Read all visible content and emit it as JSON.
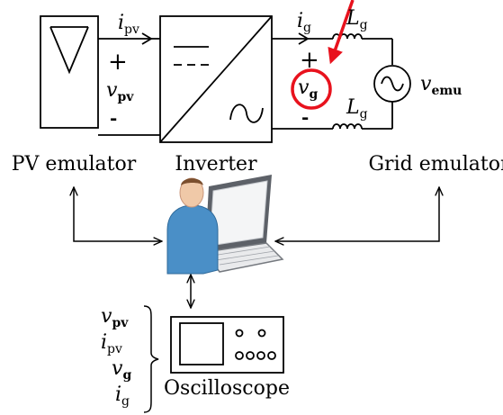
{
  "blocks": {
    "pv_emulator": "PV emulator",
    "inverter": "Inverter",
    "grid_emulator": "Grid emulator",
    "oscilloscope": "Oscilloscope"
  },
  "labels": {
    "i_pv": {
      "main": "i",
      "sub": "pv"
    },
    "v_pv": {
      "main": "v",
      "sub": "pv"
    },
    "i_g": {
      "main": "i",
      "sub": "g"
    },
    "v_g": {
      "main": "v",
      "sub": "g"
    },
    "L_g_top": {
      "main": "L",
      "sub": "g"
    },
    "L_g_bottom": {
      "main": "L",
      "sub": "g"
    },
    "v_emu": {
      "main": "v",
      "sub": "emu"
    },
    "plus": "+",
    "minus": "-"
  },
  "scope_signals": [
    {
      "main": "v",
      "sub": "pv",
      "bold": true
    },
    {
      "main": "i",
      "sub": "pv",
      "bold": false
    },
    {
      "main": "v",
      "sub": "g",
      "bold": true
    },
    {
      "main": "i",
      "sub": "g",
      "bold": false
    }
  ],
  "colors": {
    "highlight": "#e8121d",
    "stroke": "#000000",
    "computer_user": "#4a8fc7"
  },
  "icons": [
    "pv-panel-icon",
    "dc-ac-converter-icon",
    "inductor-icon",
    "ac-source-icon",
    "computer-user-icon",
    "laptop-icon",
    "oscilloscope-icon"
  ]
}
